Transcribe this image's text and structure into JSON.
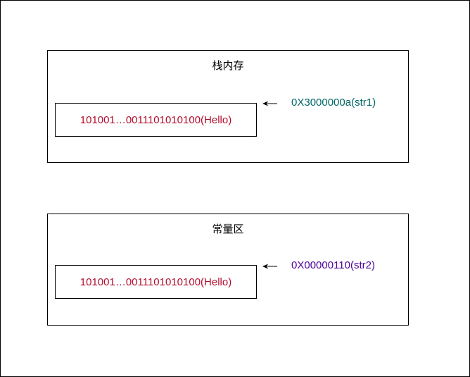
{
  "stack": {
    "title": "栈内存",
    "cell_text": "101001…0011101010100(Hello)",
    "pointer_label": "0X3000000a(str1)"
  },
  "constant_pool": {
    "title": "常量区",
    "cell_text": "101001…0011101010100(Hello)",
    "pointer_label": "0X00000110(str2)"
  },
  "colors": {
    "cell_text": "#b20e2e",
    "stack_pointer": "#006666",
    "constant_pointer": "#4c0099",
    "border": "#000000"
  }
}
